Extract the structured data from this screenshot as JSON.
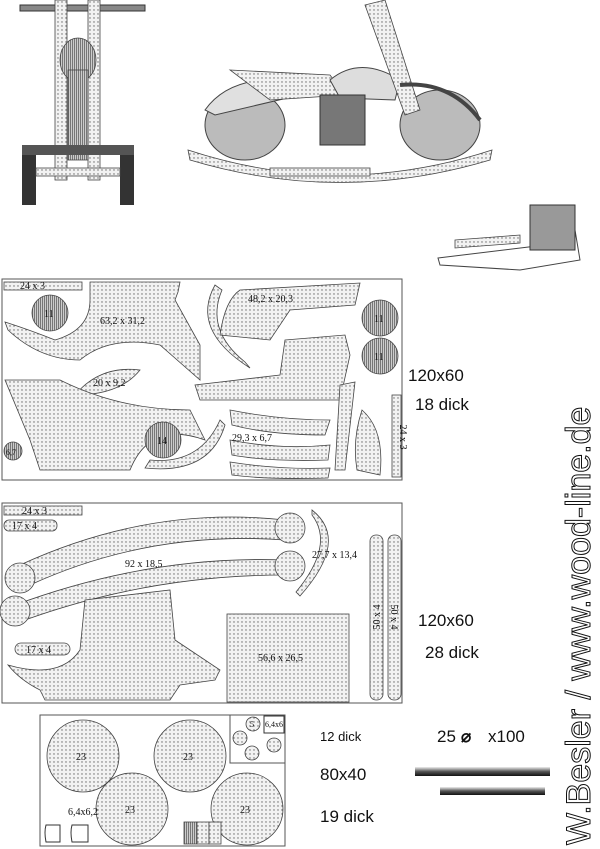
{
  "sheets": [
    {
      "size": "120x60",
      "thickness": "18 dick",
      "parts": [
        "24 x 3",
        "11",
        "63,2 x 31,2",
        "48,2 x 20,3",
        "11",
        "11",
        "20 x 9,2",
        "14",
        "29,3 x 6,7",
        "24 x 3",
        "6,7"
      ]
    },
    {
      "size": "120x60",
      "thickness": "28 dick",
      "parts": [
        "24 x 3",
        "17 x 4",
        "92 x 18,5",
        "27,7 x 13,4",
        "50 x 4",
        "50 x 4",
        "17 x 4",
        "56,6 x 26,5"
      ]
    },
    {
      "size": "80x40",
      "thickness_top": "12 dick",
      "thickness": "19 dick",
      "parts": [
        "23",
        "23",
        "23",
        "23",
        "5",
        "6,4x6",
        "6,4x6,2"
      ]
    }
  ],
  "rod": {
    "diameter": "25",
    "symbol": "⌀",
    "length": "x100"
  },
  "signature": "W.Besler / www.wood-line.de"
}
